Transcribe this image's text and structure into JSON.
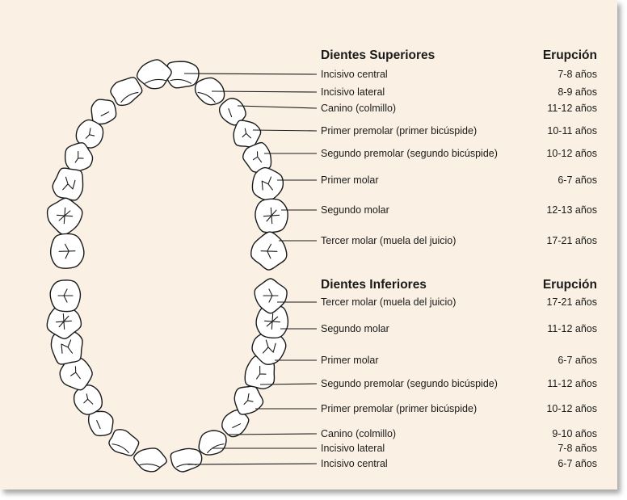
{
  "upper": {
    "heading": "Dientes Superiores",
    "eruption_heading": "Erupción",
    "teeth": [
      {
        "name": "Incisivo central",
        "age": "7-8 años"
      },
      {
        "name": "Incisivo lateral",
        "age": "8-9 años"
      },
      {
        "name": "Canino (colmillo)",
        "age": "11-12 años"
      },
      {
        "name": "Primer premolar (primer bicúspide)",
        "age": "10-11 años"
      },
      {
        "name": "Segundo premolar (segundo bicúspide)",
        "age": "10-12 años"
      },
      {
        "name": "Primer molar",
        "age": "6-7 años"
      },
      {
        "name": "Segundo molar",
        "age": "12-13 años"
      },
      {
        "name": "Tercer molar (muela del juicio)",
        "age": "17-21 años"
      }
    ]
  },
  "lower": {
    "heading": "Dientes Inferiores",
    "eruption_heading": "Erupción",
    "teeth": [
      {
        "name": "Tercer molar (muela del juicio)",
        "age": "17-21 años"
      },
      {
        "name": "Segundo molar",
        "age": "11-12 años"
      },
      {
        "name": "Primer molar",
        "age": "6-7 años"
      },
      {
        "name": "Segundo premolar (segundo bicúspide)",
        "age": "11-12 años"
      },
      {
        "name": "Primer premolar (primer bicúspide)",
        "age": "10-12 años"
      },
      {
        "name": "Canino (colmillo)",
        "age": "9-10 años"
      },
      {
        "name": "Incisivo lateral",
        "age": "7-8 años"
      },
      {
        "name": "Incisivo central",
        "age": "6-7 años"
      }
    ]
  }
}
